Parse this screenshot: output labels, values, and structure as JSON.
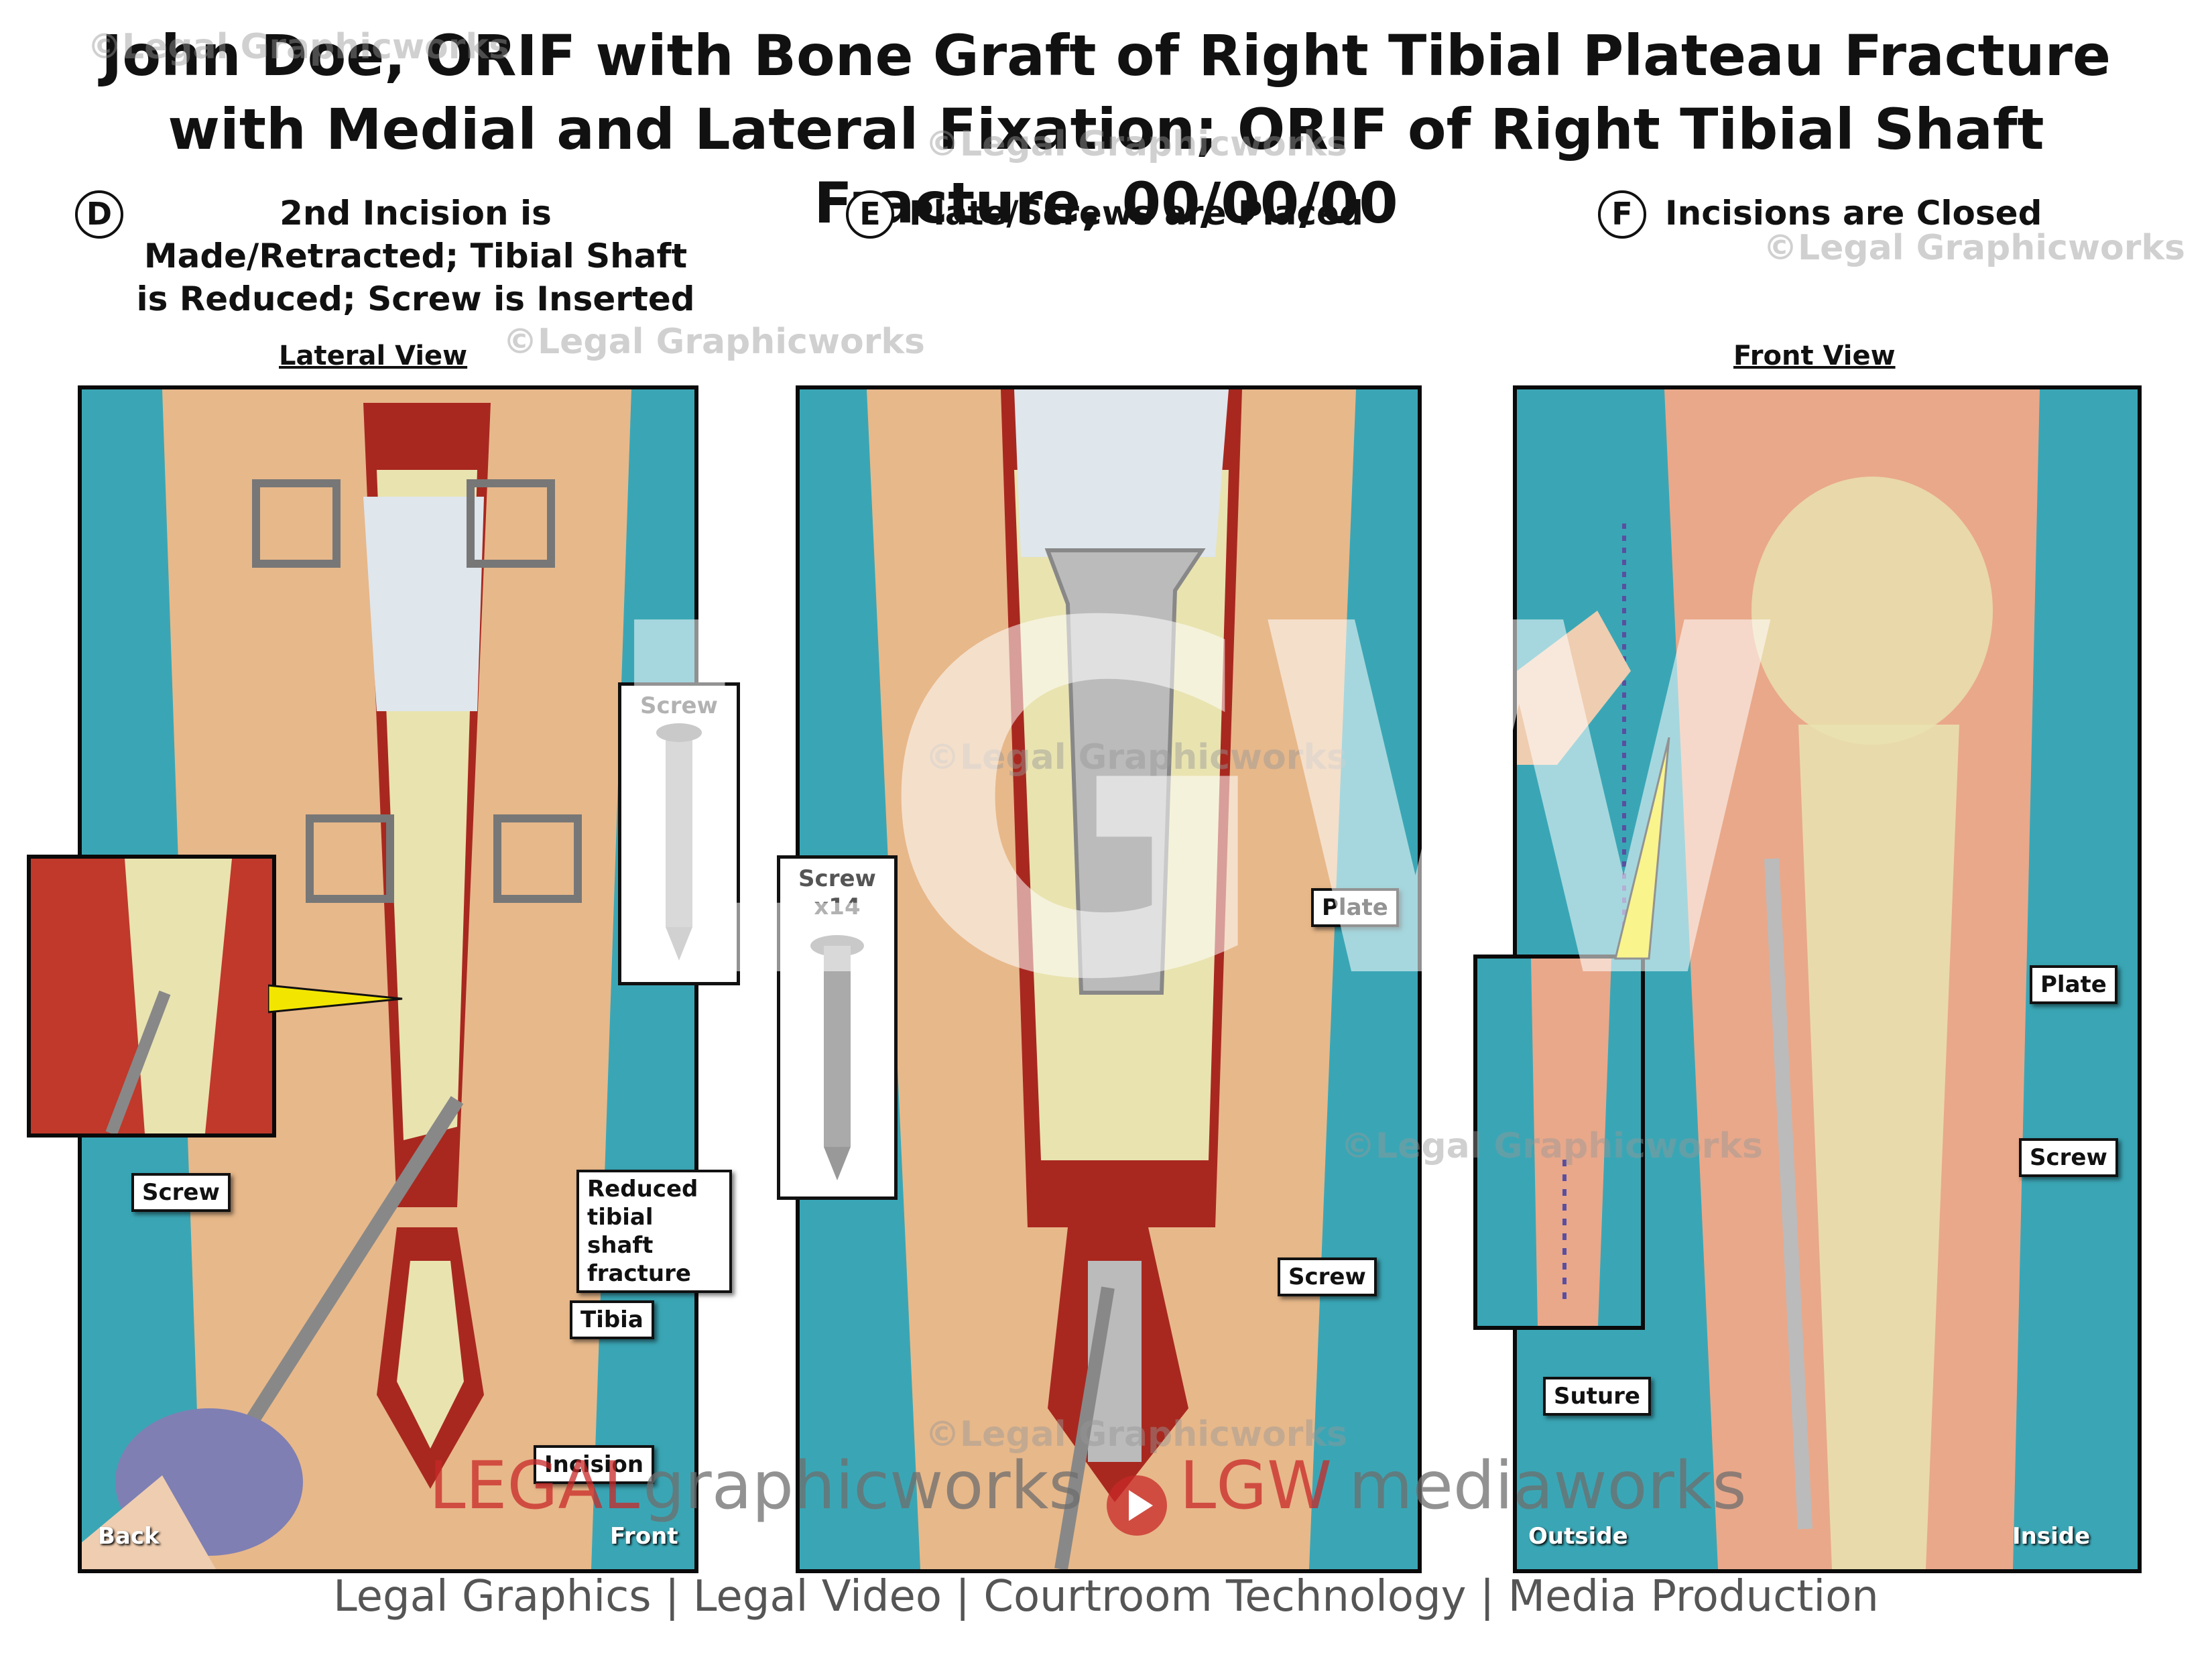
{
  "title": "John Doe, ORIF with Bone Graft of Right Tibial Plateau Fracture with Medial and Lateral Fixation; ORIF of Right Tibial Shaft Fracture, 00/00/00",
  "steps": [
    {
      "letter": "D",
      "heading": "2nd Incision is Made/Retracted; Tibial Shaft is Reduced; Screw is Inserted",
      "view": "Lateral View"
    },
    {
      "letter": "E",
      "heading": "Plate/Screws are Placed",
      "view": ""
    },
    {
      "letter": "F",
      "heading": "Incisions are Closed",
      "view": "Front View"
    }
  ],
  "panel_d": {
    "labels": {
      "screw": "Screw",
      "reduced": "Reduced tibial shaft fracture",
      "tibia": "Tibia",
      "incision": "Incision"
    },
    "screw_box": "Screw",
    "corners": {
      "left": "Back",
      "right": "Front"
    }
  },
  "panel_e": {
    "labels": {
      "plate": "Plate",
      "screw": "Screw"
    },
    "screw_box": "Screw",
    "screw_box_count": "x14"
  },
  "panel_f": {
    "labels": {
      "plate": "Plate",
      "screw": "Screw",
      "suture": "Suture"
    },
    "corners": {
      "left": "Outside",
      "right": "Inside"
    }
  },
  "watermark_text": "©Legal Graphicworks",
  "overlay_logo": "LGW",
  "footer": {
    "logo_legal": "LEGAL",
    "logo_graphic": "graphicworks",
    "logo_lgw": "LGW",
    "logo_media": "mediaworks",
    "tagline": "Legal Graphics | Legal Video | Courtroom Technology | Media Production"
  },
  "colors": {
    "drape": "#3aa6b5",
    "skin": "#e7b88a",
    "tissue": "#b8322a",
    "bone": "#e9e3b0",
    "callout_arrow": "#f2e600"
  }
}
